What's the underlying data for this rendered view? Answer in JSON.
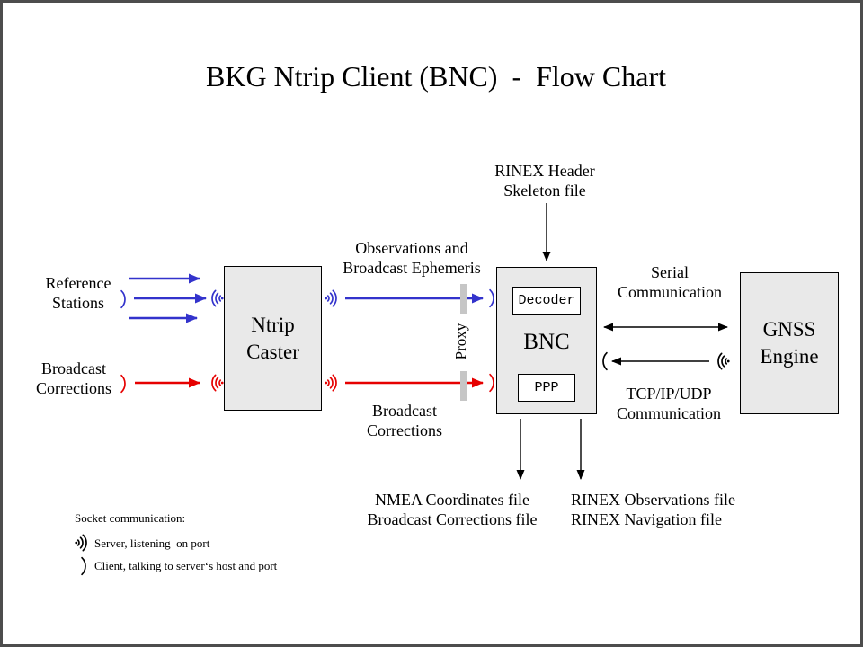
{
  "title": "BKG Ntrip Client (BNC)  -  Flow Chart",
  "nodes": {
    "ntrip_caster": {
      "line1": "Ntrip",
      "line2": "Caster"
    },
    "bnc": {
      "label": "BNC",
      "decoder_label": "Decoder",
      "ppp_label": "PPP"
    },
    "gnss_engine": {
      "line1": "GNSS",
      "line2": "Engine"
    }
  },
  "labels": {
    "reference_stations": {
      "line1": "Reference",
      "line2": "Stations"
    },
    "broadcast_corrections_input": {
      "line1": "Broadcast",
      "line2": "Corrections"
    },
    "observations": {
      "line1": "Observations and",
      "line2": "Broadcast Ephemeris"
    },
    "broadcast_corrections_stream": {
      "line1": "Broadcast",
      "line2": "Corrections"
    },
    "rinex_header": {
      "line1": "RINEX Header",
      "line2": "Skeleton file"
    },
    "serial": {
      "line1": "Serial",
      "line2": "Communication"
    },
    "tcp": {
      "line1": "TCP/IP/UDP",
      "line2": "Communication"
    },
    "proxy": "Proxy",
    "nmea_output": {
      "line1": "NMEA Coordinates file",
      "line2": "Broadcast Corrections file"
    },
    "rinex_output": {
      "line1": "RINEX Observations file",
      "line2": "RINEX Navigation file"
    }
  },
  "legend": {
    "title": "Socket communication:",
    "server_item": "Server, listening  on port",
    "client_item": "Client, talking to server‘s host and port"
  },
  "icons": {
    "server_socket": ")))",
    "client_socket": ")"
  },
  "colors": {
    "observations_stream": "#3333cc",
    "corrections_stream": "#e60000",
    "connector_black": "#000000",
    "box_fill": "#e9e9e9",
    "proxy_fill": "#c6c6c6",
    "frame": "#4d4d4d"
  }
}
